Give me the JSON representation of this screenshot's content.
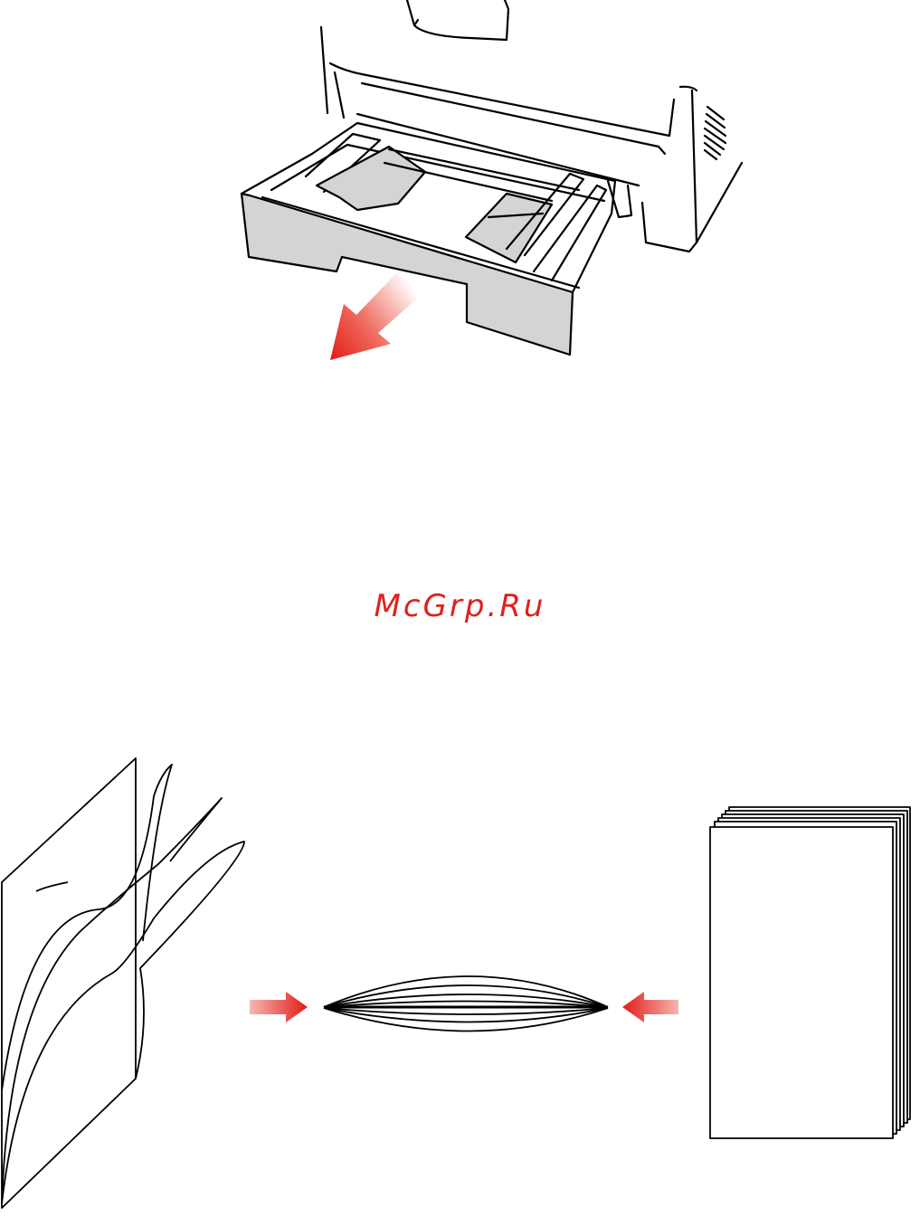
{
  "page": {
    "background": "#ffffff"
  },
  "watermark": {
    "text": "McGrp.Ru",
    "color": "#e0201c"
  },
  "figures": [
    {
      "name": "printer-tray-removal",
      "icon": "arrow-pull-out-icon"
    },
    {
      "name": "paper-fanning-steps",
      "icons": [
        "arrow-right-icon",
        "arrow-left-icon"
      ]
    }
  ],
  "colors": {
    "line": "#000000",
    "tray": "#d4d4d4",
    "arrow": "#e8221c"
  }
}
